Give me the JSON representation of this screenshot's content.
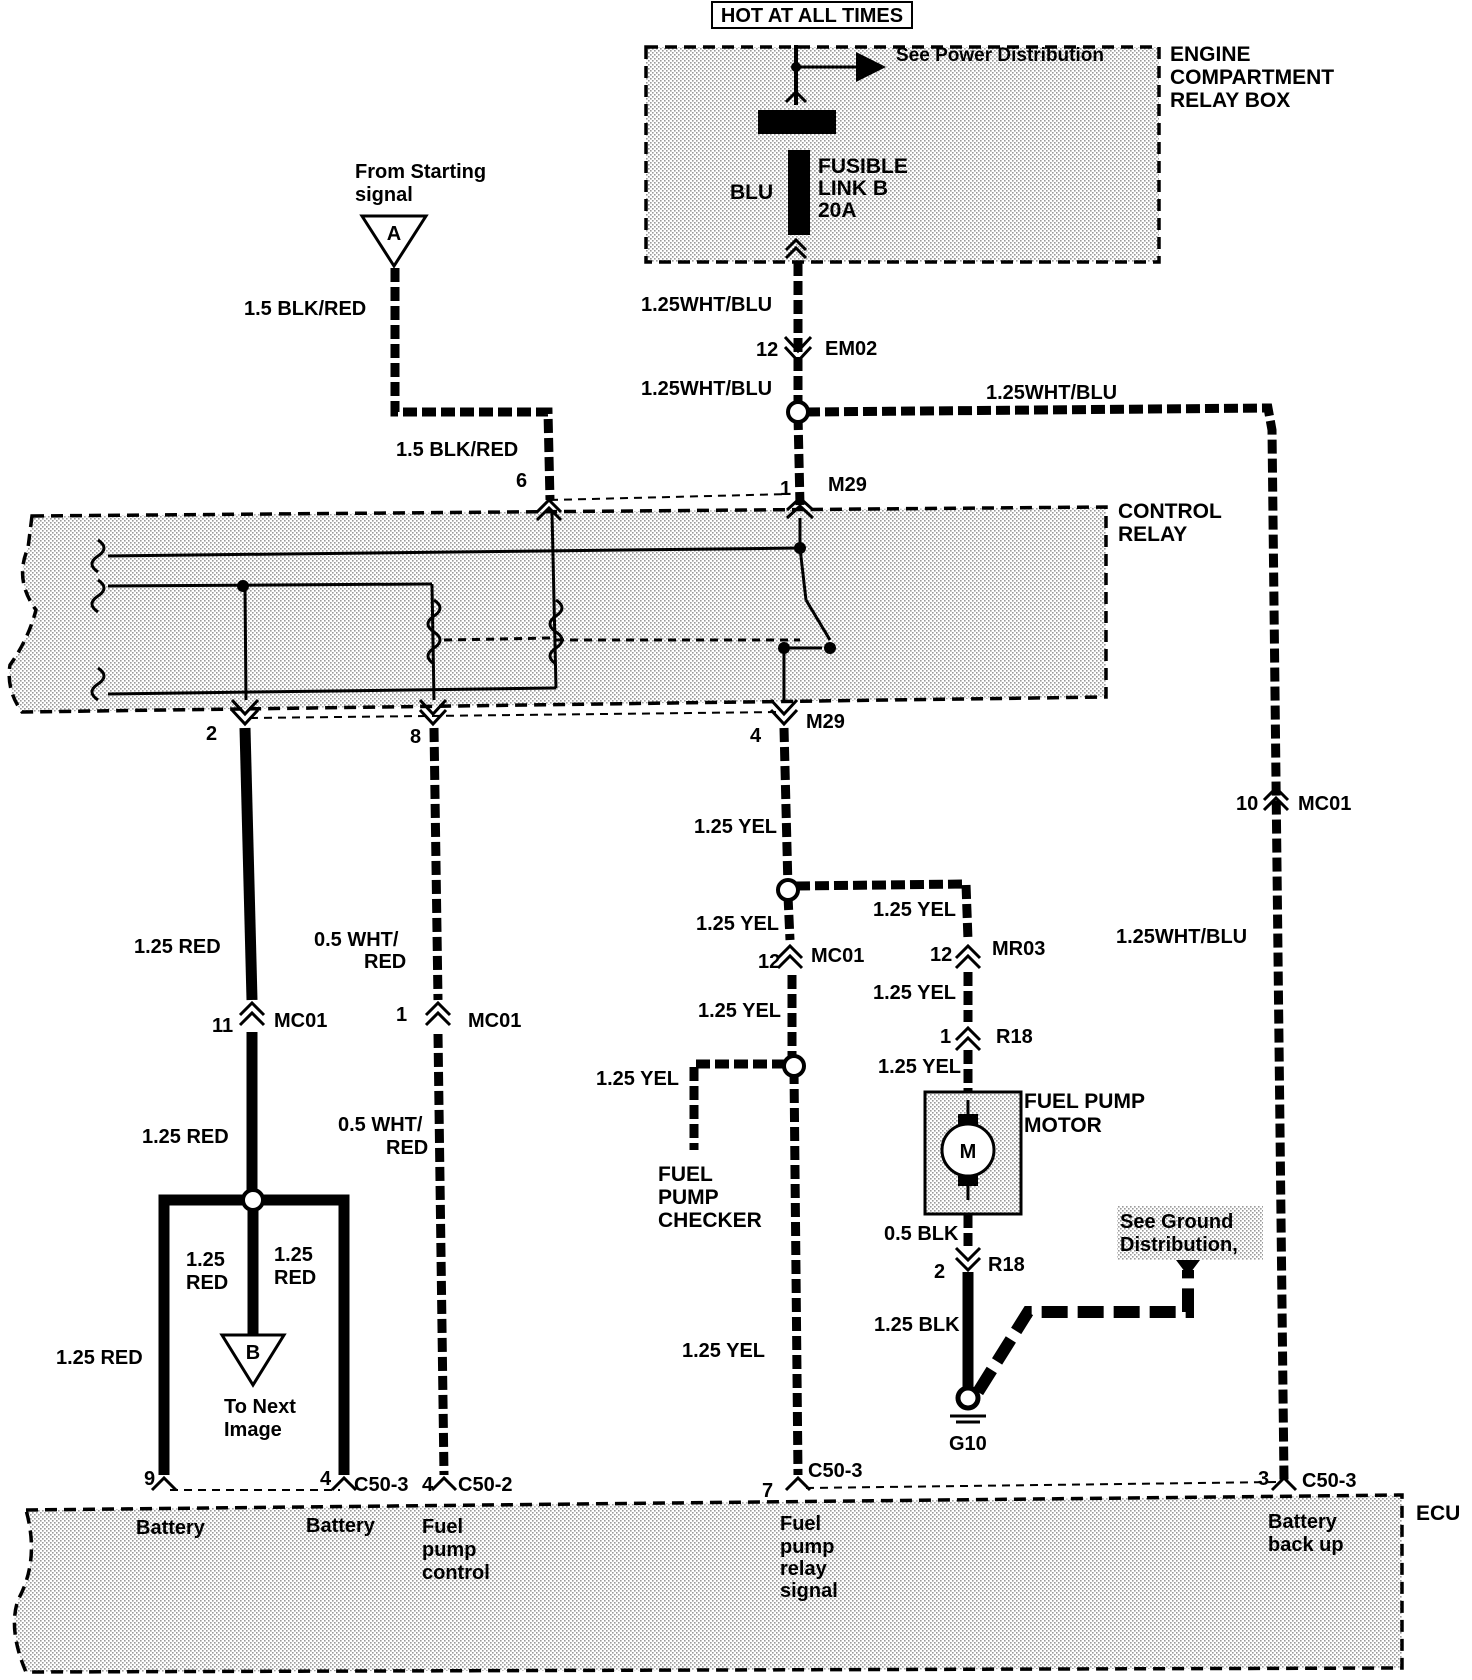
{
  "header": {
    "hot_label": "HOT AT ALL TIMES"
  },
  "relay_box": {
    "title_line1": "ENGINE",
    "title_line2": "COMPARTMENT",
    "title_line3": "RELAY BOX",
    "power_note": "See Power Distribution",
    "fusible_line1": "FUSIBLE",
    "fusible_line2": "LINK B",
    "fusible_line3": "20A",
    "fuse_color": "BLU"
  },
  "starting": {
    "note_line1": "From Starting",
    "note_line2": "signal",
    "marker": "A"
  },
  "control_relay": {
    "title_line1": "CONTROL",
    "title_line2": "RELAY"
  },
  "ecu": {
    "title": "ECU",
    "pins": {
      "battery_1": "Battery",
      "battery_2": "Battery",
      "fuel_control_1": "Fuel",
      "fuel_control_2": "pump",
      "fuel_control_3": "control",
      "relay_signal_1": "Fuel",
      "relay_signal_2": "pump",
      "relay_signal_3": "relay",
      "relay_signal_4": "signal",
      "backup_1": "Battery",
      "backup_2": "back up"
    }
  },
  "wires": {
    "w_blk_red_top": "1.5 BLK/RED",
    "w_blk_red_mid": "1.5 BLK/RED",
    "w_wht_blu_1": "1.25WHT/BLU",
    "w_wht_blu_2": "1.25WHT/BLU",
    "w_wht_blu_3": "1.25WHT/BLU",
    "w_wht_blu_4": "1.25WHT/BLU",
    "w_red_1": "1.25 RED",
    "w_red_2": "1.25 RED",
    "w_red_3": "1.25 RED",
    "w_red_4a": "1.25",
    "w_red_4b": "RED",
    "w_red_5a": "1.25",
    "w_red_5b": "RED",
    "w_wht_red_1a": "0.5 WHT/",
    "w_wht_red_1b": "RED",
    "w_wht_red_2a": "0.5 WHT/",
    "w_wht_red_2b": "RED",
    "w_yel_1": "1.25 YEL",
    "w_yel_2": "1.25 YEL",
    "w_yel_3": "1.25 YEL",
    "w_yel_4": "1.25 YEL",
    "w_yel_5": "1.25 YEL",
    "w_yel_6": "1.25 YEL",
    "w_yel_7": "1.25 YEL",
    "w_yel_8": "1.25 YEL",
    "w_blk_05": "0.5 BLK",
    "w_blk_125": "1.25 BLK"
  },
  "connectors": {
    "em02": "EM02",
    "em02_pin": "12",
    "m29_top": "M29",
    "m29_top_pin": "1",
    "pin6": "6",
    "m29_bot": "M29",
    "m29_bot_pin": "4",
    "pin2": "2",
    "pin8": "8",
    "mc01_a": "MC01",
    "mc01_a_pin": "10",
    "mc01_b": "MC01",
    "mc01_b_pin": "12",
    "mc01_c": "MC01",
    "mc01_c_pin": "11",
    "mc01_d": "MC01",
    "mc01_d_pin": "1",
    "mr03": "MR03",
    "mr03_pin": "12",
    "r18_top": "R18",
    "r18_top_pin": "1",
    "r18_bot": "R18",
    "r18_bot_pin": "2",
    "c50_3_a": "C50-3",
    "c50_3_a_pin": "4",
    "c50_a_pin9": "9",
    "c50_2": "C50-2",
    "c50_2_pin": "4",
    "c50_3_b": "C50-3",
    "c50_3_b_pin": "7",
    "c50_3_c": "C50-3",
    "c50_3_c_pin": "3"
  },
  "components": {
    "pump_line1": "FUEL PUMP",
    "pump_line2": "MOTOR",
    "motor": "M",
    "checker_line1": "FUEL",
    "checker_line2": "PUMP",
    "checker_line3": "CHECKER",
    "ground": "G10",
    "ground_note_line1": "See Ground",
    "ground_note_line2": "Distribution,"
  },
  "next": {
    "marker": "B",
    "note_line1": "To Next",
    "note_line2": "Image"
  }
}
